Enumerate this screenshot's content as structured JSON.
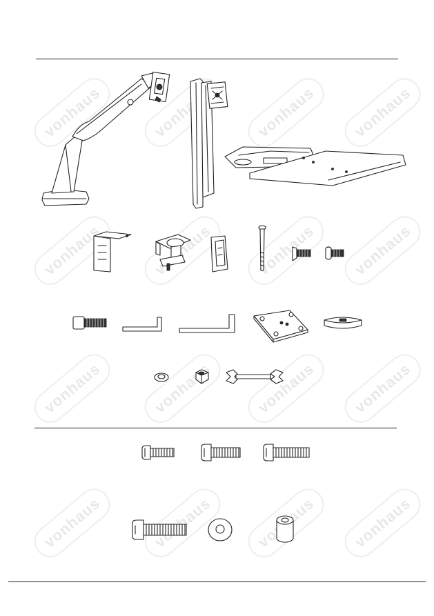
{
  "watermark": {
    "text": "vonhaus",
    "color": "#e6e6e6"
  },
  "sections": [
    {
      "name": "main-components"
    },
    {
      "name": "monitor-screws"
    }
  ],
  "parts": [
    "gas-spring-arm",
    "pole-with-vesa-plate",
    "keyboard-tray",
    "l-bracket",
    "desk-clamp",
    "slide-bracket",
    "long-bolt",
    "countersunk-screw",
    "round-head-screw",
    "socket-cap-bolt",
    "small-allen-key",
    "large-allen-key",
    "base-plate",
    "spacer-plate",
    "spring-washer",
    "hex-nut",
    "open-end-wrench",
    "m4-screw",
    "m5-screw",
    "m6-screw",
    "m8-screw",
    "flat-washer",
    "spacer-sleeve"
  ]
}
